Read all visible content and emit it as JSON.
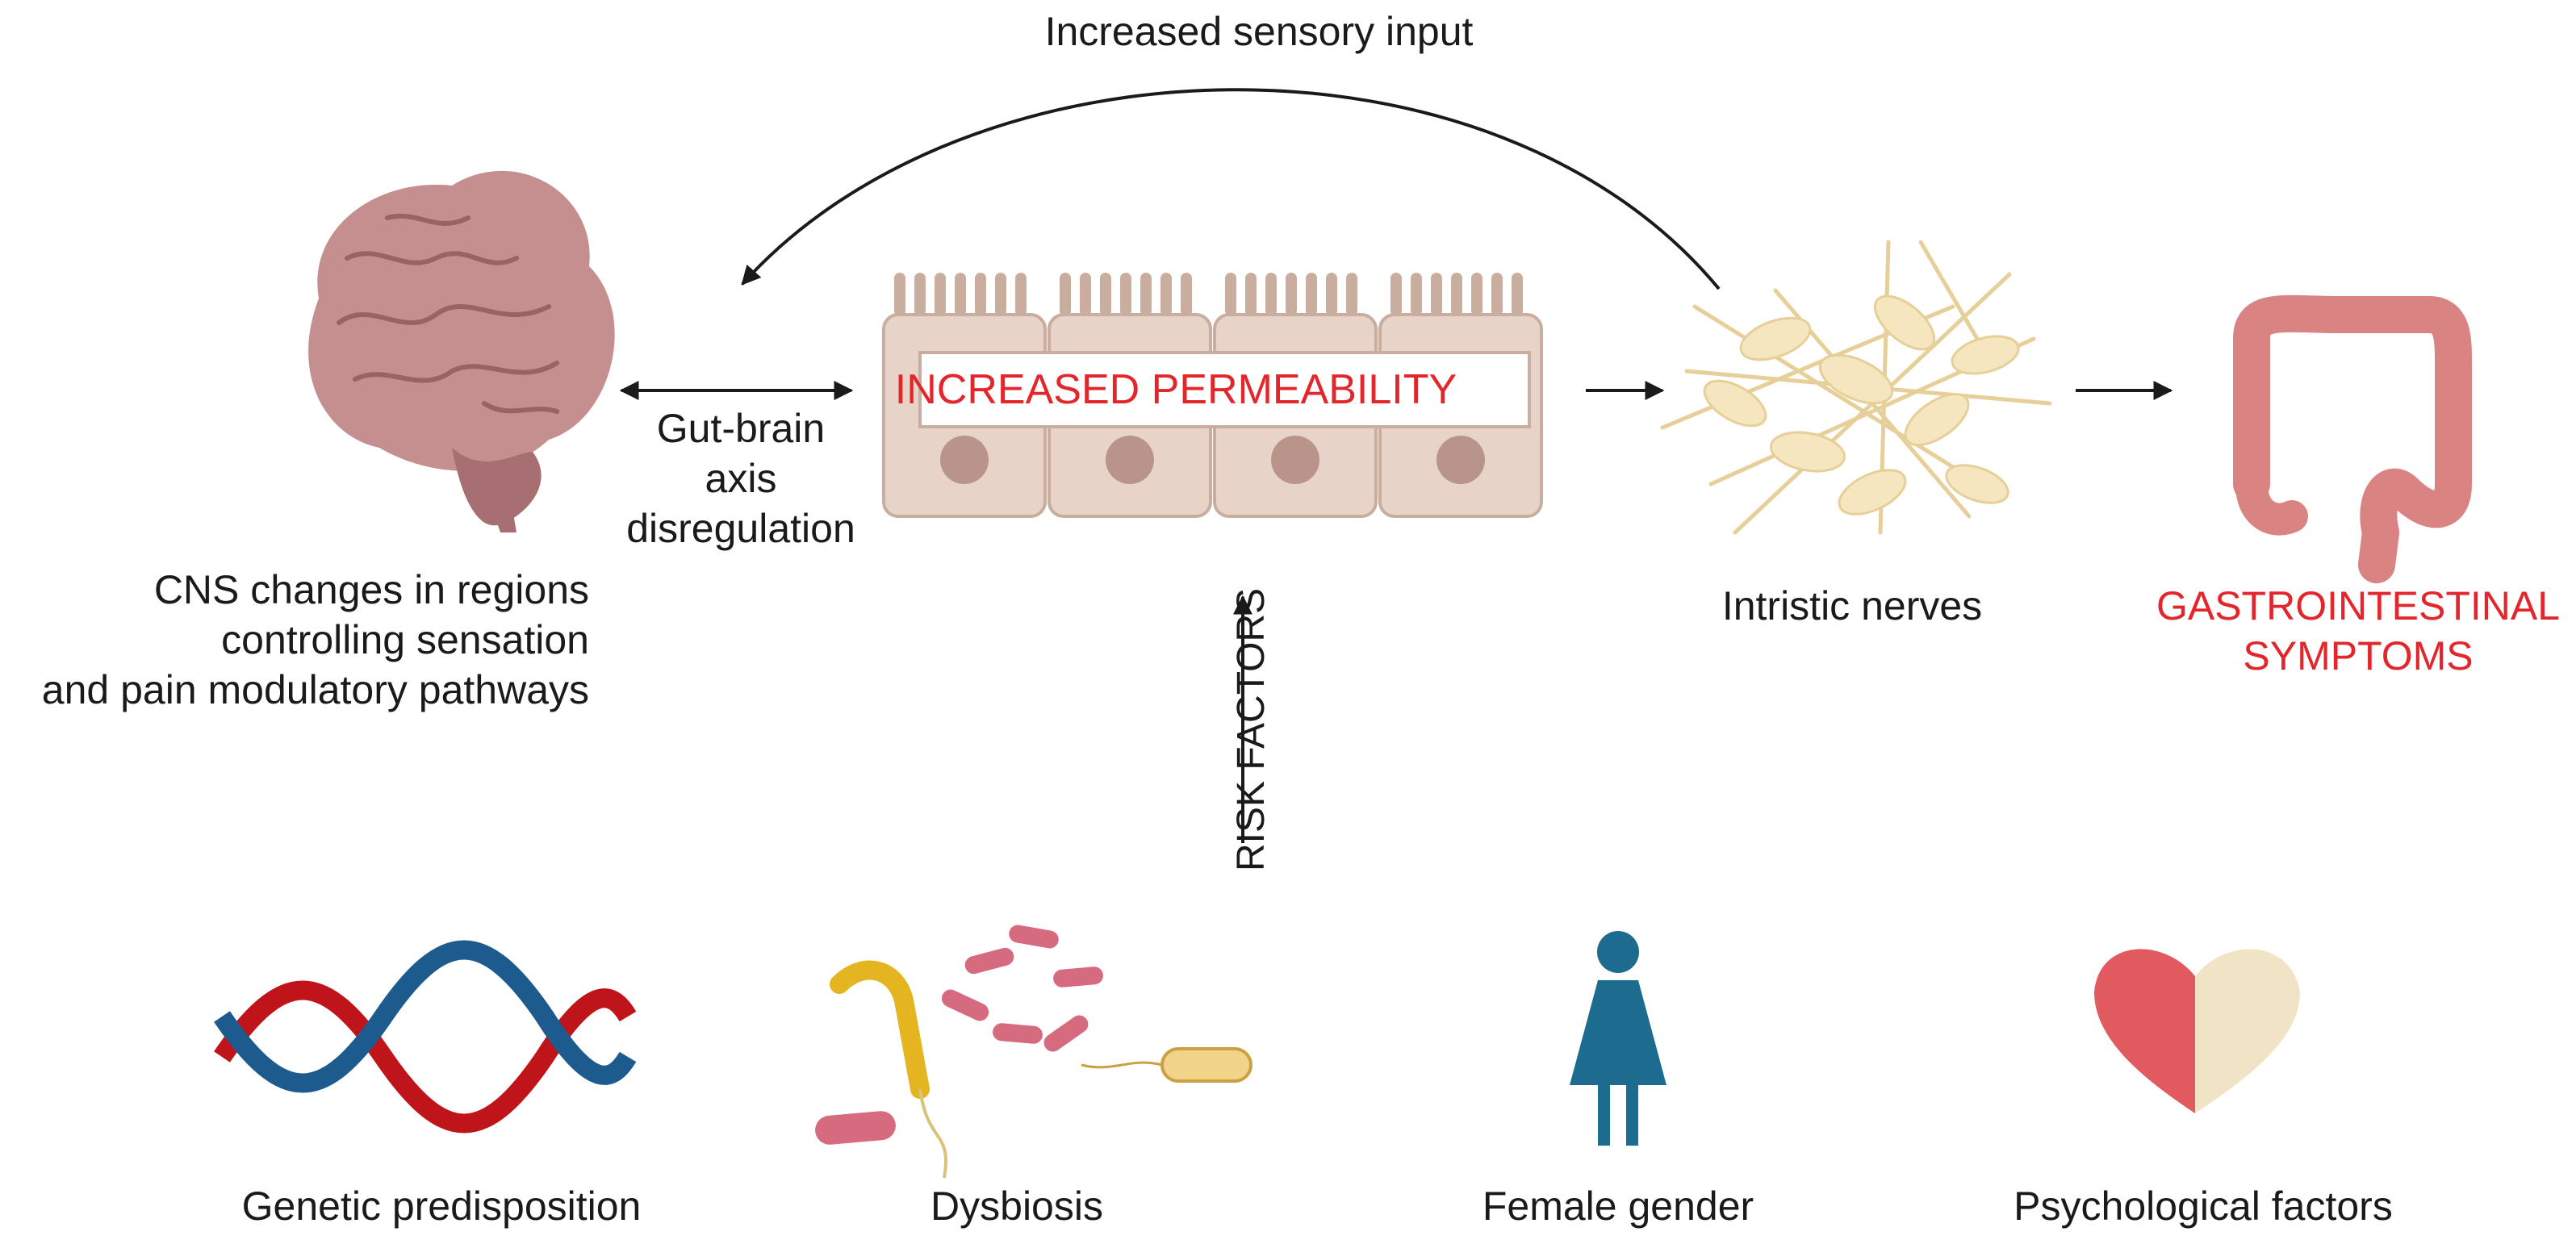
{
  "labels": {
    "sensory_input": "Increased sensory input",
    "gut_brain": [
      "Gut-brain",
      "axis",
      "disregulation"
    ],
    "cns": [
      "CNS changes in regions",
      "controlling sensation",
      "and pain modulatory pathways"
    ],
    "permeability": "INCREASED PERMEABILITY",
    "intristic_nerves": "Intristic nerves",
    "gi_symptoms": [
      "GASTROINTESTINAL",
      "SYMPTOMS"
    ],
    "risk_factors": "RISK FACTORS",
    "genetic": "Genetic predisposition",
    "dysbiosis": "Dysbiosis",
    "female": "Female gender",
    "psychological": "Psychological factors"
  },
  "icons": [
    "brain-icon",
    "epithelium-cells-icon",
    "nerve-cells-icon",
    "colon-icon",
    "dna-helix-icon",
    "bacteria-icon",
    "female-person-icon",
    "heart-brain-icon"
  ],
  "colors": {
    "accent_red": "#e3262b",
    "text": "#1a1a1a",
    "brain": "#c58e8f",
    "cells": "#e8d3c9",
    "nucleus": "#b9948a",
    "nerves": "#f6e6bf",
    "colon": "#d98483",
    "dna_red": "#c0141b",
    "dna_blue": "#1d5b8e",
    "female": "#1d6c8f",
    "heart_red": "#e05a60",
    "heart_brain": "#f1e4c6"
  }
}
